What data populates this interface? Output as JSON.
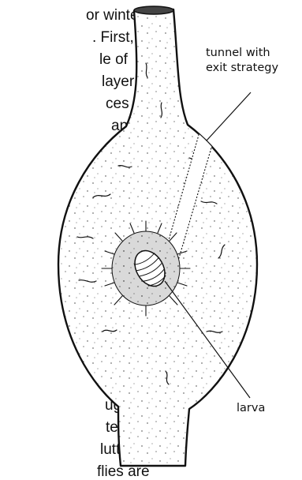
{
  "body_text_fragments": [
    "or winter",
    ". First,",
    "le of",
    "layer",
    "ces",
    "and",
    "ugh",
    "ter",
    "lutters",
    "flies are"
  ],
  "labels": {
    "tunnel": [
      "tunnel with",
      "exit strategy"
    ],
    "larva": "larva"
  },
  "colors": {
    "ink": "#111111",
    "background": "#ffffff"
  }
}
